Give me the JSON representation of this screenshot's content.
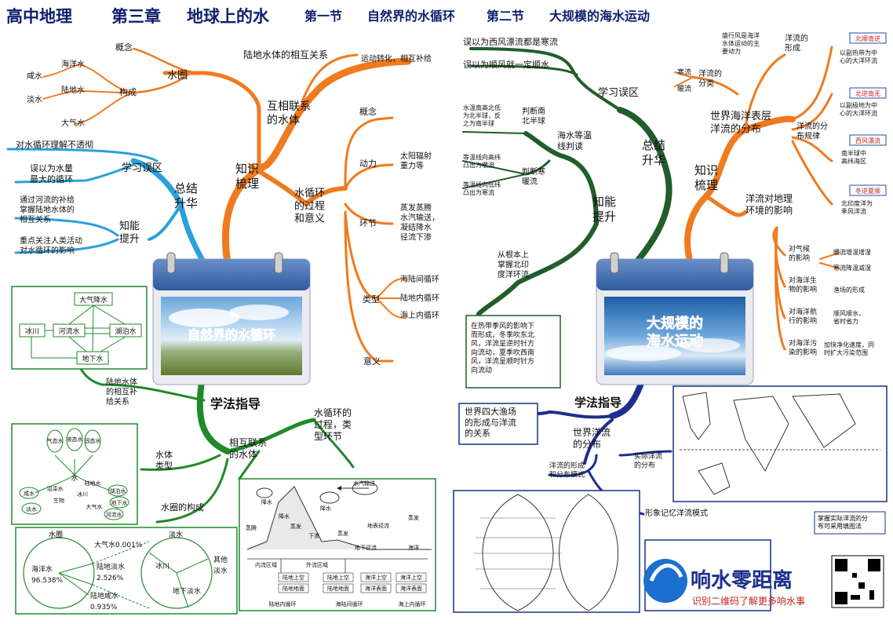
{
  "header": {
    "course": "高中地理",
    "chapter": "第三章",
    "chapter_title": "地球上的水",
    "section1": "第一节",
    "section1_title": "自然界的水循环",
    "section2": "第二节",
    "section2_title": "大规模的海水运动"
  },
  "left": {
    "calendar_title": "自然界的水循环",
    "zhishi": "知识\n梳理",
    "zongjie": "总结\n升华",
    "xuefa": "学法指导",
    "huxiang": "互相联系\n的水体",
    "lu_hu": "陆地水体的相互关系",
    "yundong": "运动转化，相互补给",
    "shuiquan": "水圈",
    "gainian": "概念",
    "goucheng": "构成",
    "haiyang": "海洋水",
    "ludi": "陆地水",
    "dalqi": "大气水",
    "xian": "咸水",
    "dan": "淡水",
    "shuixunhuan": "水循环\n的过程\n和意义",
    "c_gainian": "概念",
    "c_dongli": "动力",
    "dongli_val": "太阳辐射\n重力等",
    "c_huanjie": "环节",
    "huanjie_val": "蒸发蒸腾\n水汽输送，\n凝结降水\n径流下渗",
    "c_leixing": "类型",
    "lx1": "海陆间循环",
    "lx2": "陆地内循环",
    "lx3": "海上内循环",
    "c_yiyi": "意义",
    "wujie": "对水循环理解不透彻",
    "xuexi": "学习误区",
    "wu1": "误以为水量\n最大的循环",
    "zhineng": "知能\n提升",
    "zn1": "通过河流的补给\n掌握陆地水体的\n相互关系",
    "zn2": "重点关注人类活动\n对水循环的影响",
    "ludibuji": "陆地水体\n的相互补\n给关系",
    "xianghu2": "相互联系\n的水体",
    "shuitileixing": "水体\n类型",
    "shuiquangoucheng": "水圈的构成",
    "sxh_guocheng": "水循环的\n过程，类\n型环节",
    "box1": {
      "a": "大气降水",
      "b": "冰川",
      "c": "河流水",
      "d": "湖泊水",
      "e": "地下水"
    },
    "tree": {
      "q1": "气态水",
      "q2": "液态水",
      "q3": "固态水",
      "shui": "水",
      "n1": "咸水",
      "n2": "淡水",
      "n3": "生物",
      "n4": "湖泊水",
      "n5": "地下水",
      "n6": "河流水",
      "n7": "陆地水",
      "n8": "大气水",
      "n9": "冰川",
      "n10": "沼泽水"
    },
    "pie": {
      "t1": "水圈",
      "t2": "淡水",
      "sea": "海洋水\n96.538%",
      "air": "大气水0.001%",
      "landfresh": "陆地淡水\n2.526%",
      "landsalt": "陆地咸水\n0.935%",
      "ice": "冰川",
      "under": "地下淡水",
      "other": "其他\n淡水"
    },
    "cycle": {
      "shuiqi": "水汽输送",
      "jiangshui": "降水",
      "jiangshui2": "降水",
      "jiangshui3": "降水",
      "zhengteng": "蒸腾",
      "zhengfa": "蒸发",
      "zhengfa2": "蒸发",
      "zhengfa3": "蒸发",
      "xiashen": "下渗",
      "dibiao": "地表径流",
      "dixia": "地下径流",
      "haiyang": "海洋",
      "neiliu": "内流区域",
      "wailiu": "外流区域",
      "b1": "陆地上空",
      "b2": "陆地地面",
      "b3": "陆地上空",
      "b4": "陆地地面",
      "b5": "海洋上空",
      "b6": "海洋表面",
      "b7": "海洋上空",
      "b8": "海洋表面",
      "r1": "陆地内循环",
      "r2": "海陆间循环",
      "r3": "海上内循环"
    }
  },
  "right": {
    "calendar_title": "大规模的\n海水运动",
    "wu_title1": "误以为西风漂流都是寒流",
    "wu_title2": "误以为顺风就一定顺水",
    "xuexi": "学习误区",
    "zongjie": "总结\n升华",
    "zhishi": "知识\n梳理",
    "zhineng": "知能\n提升",
    "xuefa": "学法指导",
    "haishui": "海水等温\n线判读",
    "pan1": "判断南\n北半球",
    "pan2": "判断寒\n暖流",
    "wen1": "水温南高北低\n为北半球，反\n之为南半球",
    "wen2": "等温线向高纬\n凸出为暖流",
    "wen3": "等温线向低纬\n凸出为寒流",
    "yindu": "从根本上\n掌握北印\n度洋环流",
    "yindu_box": "在热带季风的影响下\n而形成，冬季吹东北\n风，洋流呈逆时针方\n向流动，夏季吹西南\n风，洋流呈顺时针方\n向流动",
    "world": "世界海洋表层\n洋流的分布",
    "xingcheng": "洋流的\n形成",
    "xingcheng_val": "盛行风是海洋\n水体运动的主\n要动力",
    "fenlei": "洋流的\n分类",
    "hanliu": "寒流",
    "nuanliu": "暖流",
    "guilv": "洋流的分\n布规律",
    "g1t": "北顺南逆",
    "g1": "以副热带为中\n心的大洋环流",
    "g2t": "北逆南无",
    "g2": "以副极地为中\n心的大洋环流",
    "g3t": "西风漂流",
    "g3": "南半球中\n高纬海区",
    "g4t": "冬逆夏顺",
    "g4": "北印度洋为\n季风洋流",
    "yingxiang": "洋流对地理\n环境的影响",
    "y1": "对气候\n的影响",
    "y1a": "暖流增温增湿",
    "y1b": "寒流降温减湿",
    "y2": "对海洋生\n物的影响",
    "y2a": "渔场的形成",
    "y3": "对海洋航\n行的影响",
    "y3a": "顺风顺水，\n省时省力",
    "y4": "对海洋污\n染的影响",
    "y4a": "加快净化速度，同\n时扩大污染范围",
    "yuchang": "世界四大渔场\n的形成与洋流\n的关系",
    "shijie": "世界洋流\n的分布",
    "shiji": "实际洋流\n的分布",
    "xingcheng2": "洋流的形成\n和分布模式",
    "xingxiang": "形象记忆洋流模式",
    "zhangwo": "掌握实际洋流的分\n布可采用填图法",
    "brand": "响水零距离",
    "brand_sub": "识别二维码了解更多响水事"
  },
  "colors": {
    "orange": "#f07a1e",
    "blue": "#2aa0dc",
    "green": "#1f8a2a",
    "darkgreen": "#215e2a",
    "navy": "#1c2f8c",
    "title": "#0d1f6e"
  }
}
